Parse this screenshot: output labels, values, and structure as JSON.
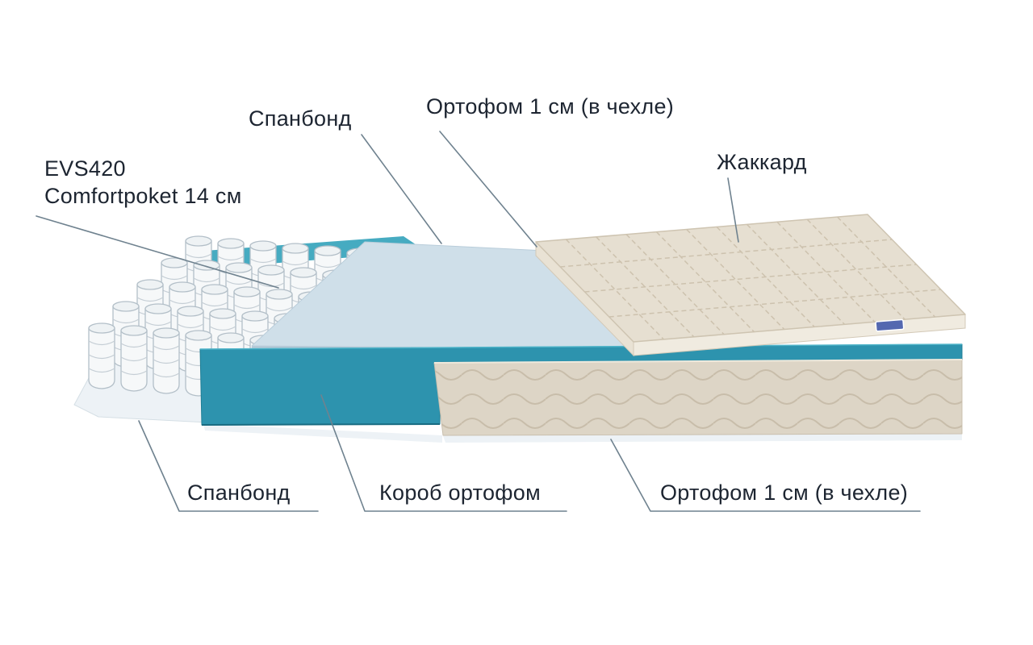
{
  "diagram": {
    "type": "mattress-layers-exploded-view",
    "labels": {
      "spunbond_top": "Спанбонд",
      "orthofoam_top": "Ортофом 1 см (в чехле)",
      "jacquard": "Жаккард",
      "springs_model": "EVS420",
      "springs_detail": "Comfortpoket 14 см",
      "spunbond_bottom": "Спанбонд",
      "foam_box": "Короб ортофом",
      "orthofoam_bottom": "Ортофом 1 см (в чехле)"
    },
    "colors": {
      "teal": "#2d93ae",
      "teal_light": "#46abc1",
      "teal_dark": "#1e7b94",
      "pale_blue": "#cfdfe9",
      "pale_blue_edge": "#b5c9d7",
      "beige": "#ddd5c6",
      "beige_light": "#e6dfd1",
      "beige_band": "#f0ebe0",
      "beige_stitch": "#cdc2ae",
      "base_white": "#edf2f6",
      "leader": "#6f828f",
      "text": "#1d2531",
      "tag_blue": "#5468b0"
    }
  }
}
